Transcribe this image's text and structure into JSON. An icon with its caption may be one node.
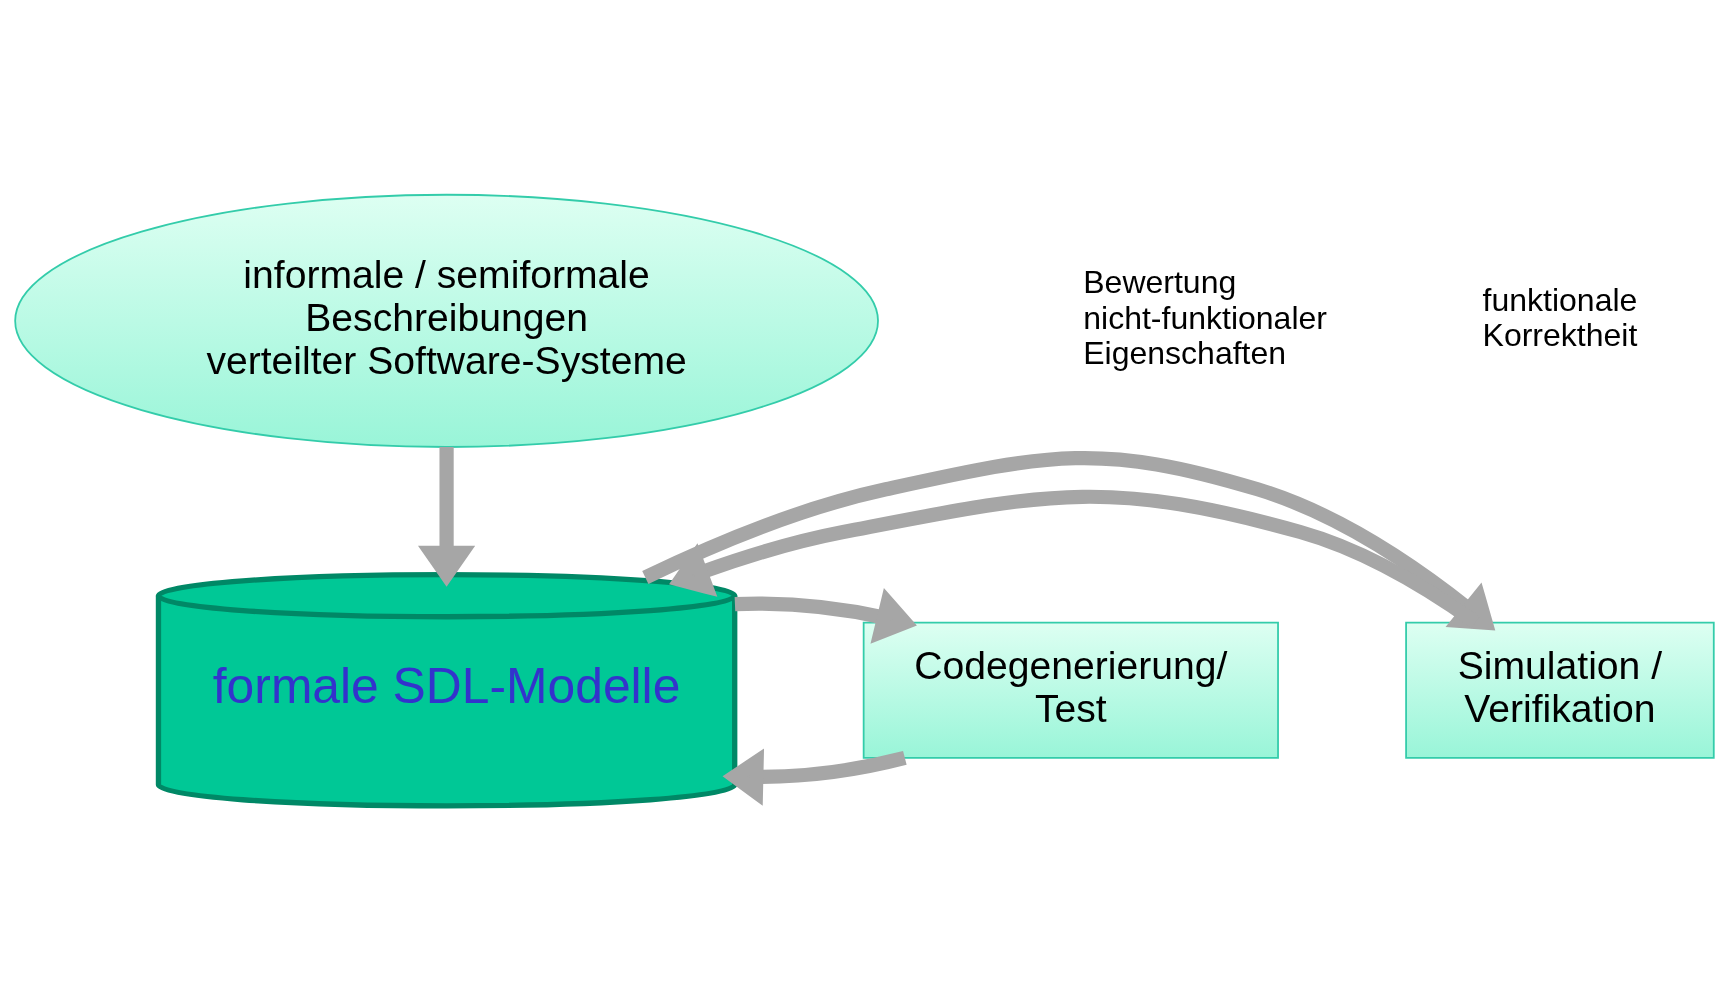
{
  "diagram": {
    "nodes": [
      {
        "text": [
          "informale / semiformale Beschreibungen verteilter Software-Systeme"
        ]
      },
      {
        "text": [
          "formale SDL-Modelle"
        ]
      },
      {
        "text": [
          "Simulation / Verifikation"
        ]
      },
      {
        "text": [
          "Codegenerierung/ Test"
        ]
      }
    ],
    "edges": [
      {
        "from": 0,
        "to": 1,
        "arrow": "to"
      },
      {
        "from": 2,
        "to": 1,
        "arrow": "to"
      },
      {
        "from": 1,
        "to": 2,
        "arrow": "to"
      },
      {
        "from": 3,
        "to": 1,
        "arrow": "to"
      },
      {
        "from": 1,
        "to": 3,
        "arrow": "to"
      }
    ],
    "labels": [
      "Bewertung nicht-funktionaler Eigenschaften",
      "funktionale Korrektheit"
    ]
  }
}
